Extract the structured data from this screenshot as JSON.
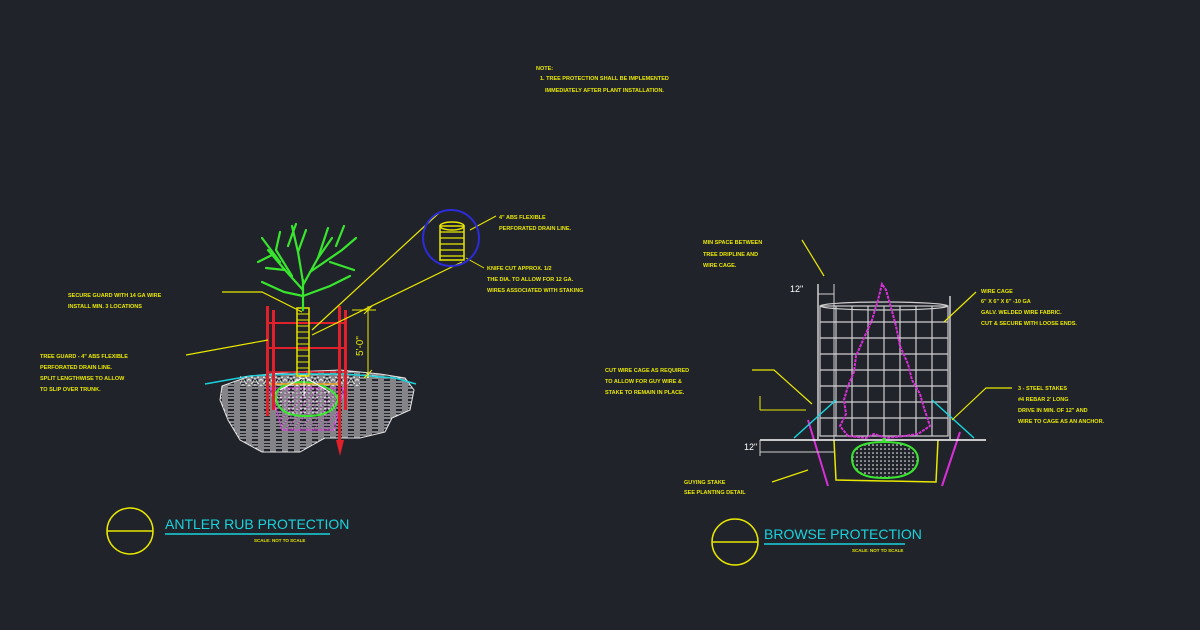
{
  "note": {
    "title": "NOTE:",
    "lines": [
      "1. TREE PROTECTION SHALL BE IMPLEMENTED",
      "IMMEDIATELY AFTER PLANT INSTALLATION."
    ]
  },
  "antler_detail": {
    "title": "ANTLER RUB PROTECTION",
    "scale": "SCALE: NOT TO SCALE",
    "dimension": "5'-0\"",
    "callouts": {
      "drain_line": [
        "4\" ABS FLEXIBLE",
        "PERFORATED DRAIN LINE."
      ],
      "knife_cut": [
        "KNIFE CUT APPROX. 1/2",
        "THE DIA. TO ALLOW FOR 12 GA.",
        "WIRES ASSOCIATED WITH STAKING"
      ],
      "secure_guard": [
        "SECURE GUARD WITH 14 GA WIRE",
        "INSTALL MIN. 3 LOCATIONS"
      ],
      "tree_guard": [
        "TREE GUARD - 4\" ABS FLEXIBLE",
        "PERFORATED DRAIN LINE.",
        "SPLIT LENGTHWISE TO ALLOW",
        "TO SLIP OVER TRUNK."
      ]
    }
  },
  "browse_detail": {
    "title": "BROWSE PROTECTION",
    "scale": "SCALE: NOT TO SCALE",
    "dim_top": "12\"",
    "dim_bottom": "12\"",
    "callouts": {
      "min_space": [
        "MIN SPACE BETWEEN",
        "TREE DRIPLINE AND",
        "WIRE CAGE."
      ],
      "wire_cage": [
        "WIRE CAGE",
        "6\" X 6\" X 6\" -10 GA",
        "GALV. WELDED WIRE FABRIC.",
        "CUT & SECURE WITH LOOSE ENDS."
      ],
      "cut_cage": [
        "CUT WIRE CAGE AS REQUIRED",
        "TO ALLOW FOR GUY WIRE &",
        "STAKE TO REMAIN IN PLACE."
      ],
      "steel_stakes": [
        "3 - STEEL STAKES",
        "#4 REBAR 2' LONG",
        "DRIVE IN MIN. OF 12\" AND",
        "WIRE TO CAGE AS AN ANCHOR."
      ],
      "guying_stake": [
        "GUYING STAKE",
        "SEE PLANTING DETAIL"
      ]
    }
  },
  "colors": {
    "background": "#21232b",
    "annotation": "#e8e800",
    "title": "#19d3dc",
    "tree": "#39e62e",
    "post": "#e0202a",
    "cage": "#cfcfcf",
    "outline": "#d92fd9",
    "callout_circle": "#2b2bd9"
  }
}
